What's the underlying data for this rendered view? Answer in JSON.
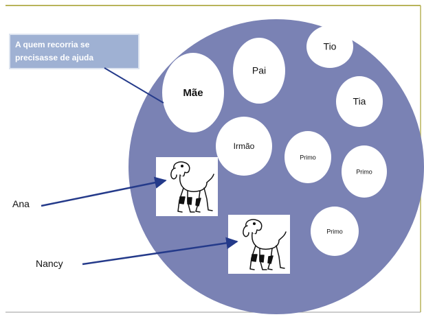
{
  "colors": {
    "big_circle": "#7a82b4",
    "callout_box": "#9fb1d3",
    "node_fill": "#ffffff",
    "arrow": "#243a8a",
    "frame": "#b8b35a"
  },
  "callout": {
    "line1": "A quem recorria se",
    "line2": "precisasse de ajuda"
  },
  "nodes": {
    "mae": "Mãe",
    "pai": "Pai",
    "tio": "Tio",
    "tia": "Tia",
    "irmao": "Irmão",
    "primo_1": "Primo",
    "primo_2": "Primo",
    "primo_3": "Primo"
  },
  "labels": {
    "ana": "Ana",
    "nancy": "Nancy"
  },
  "icons": {
    "dog_ana": "dog-icon",
    "dog_nancy": "dog-icon"
  }
}
